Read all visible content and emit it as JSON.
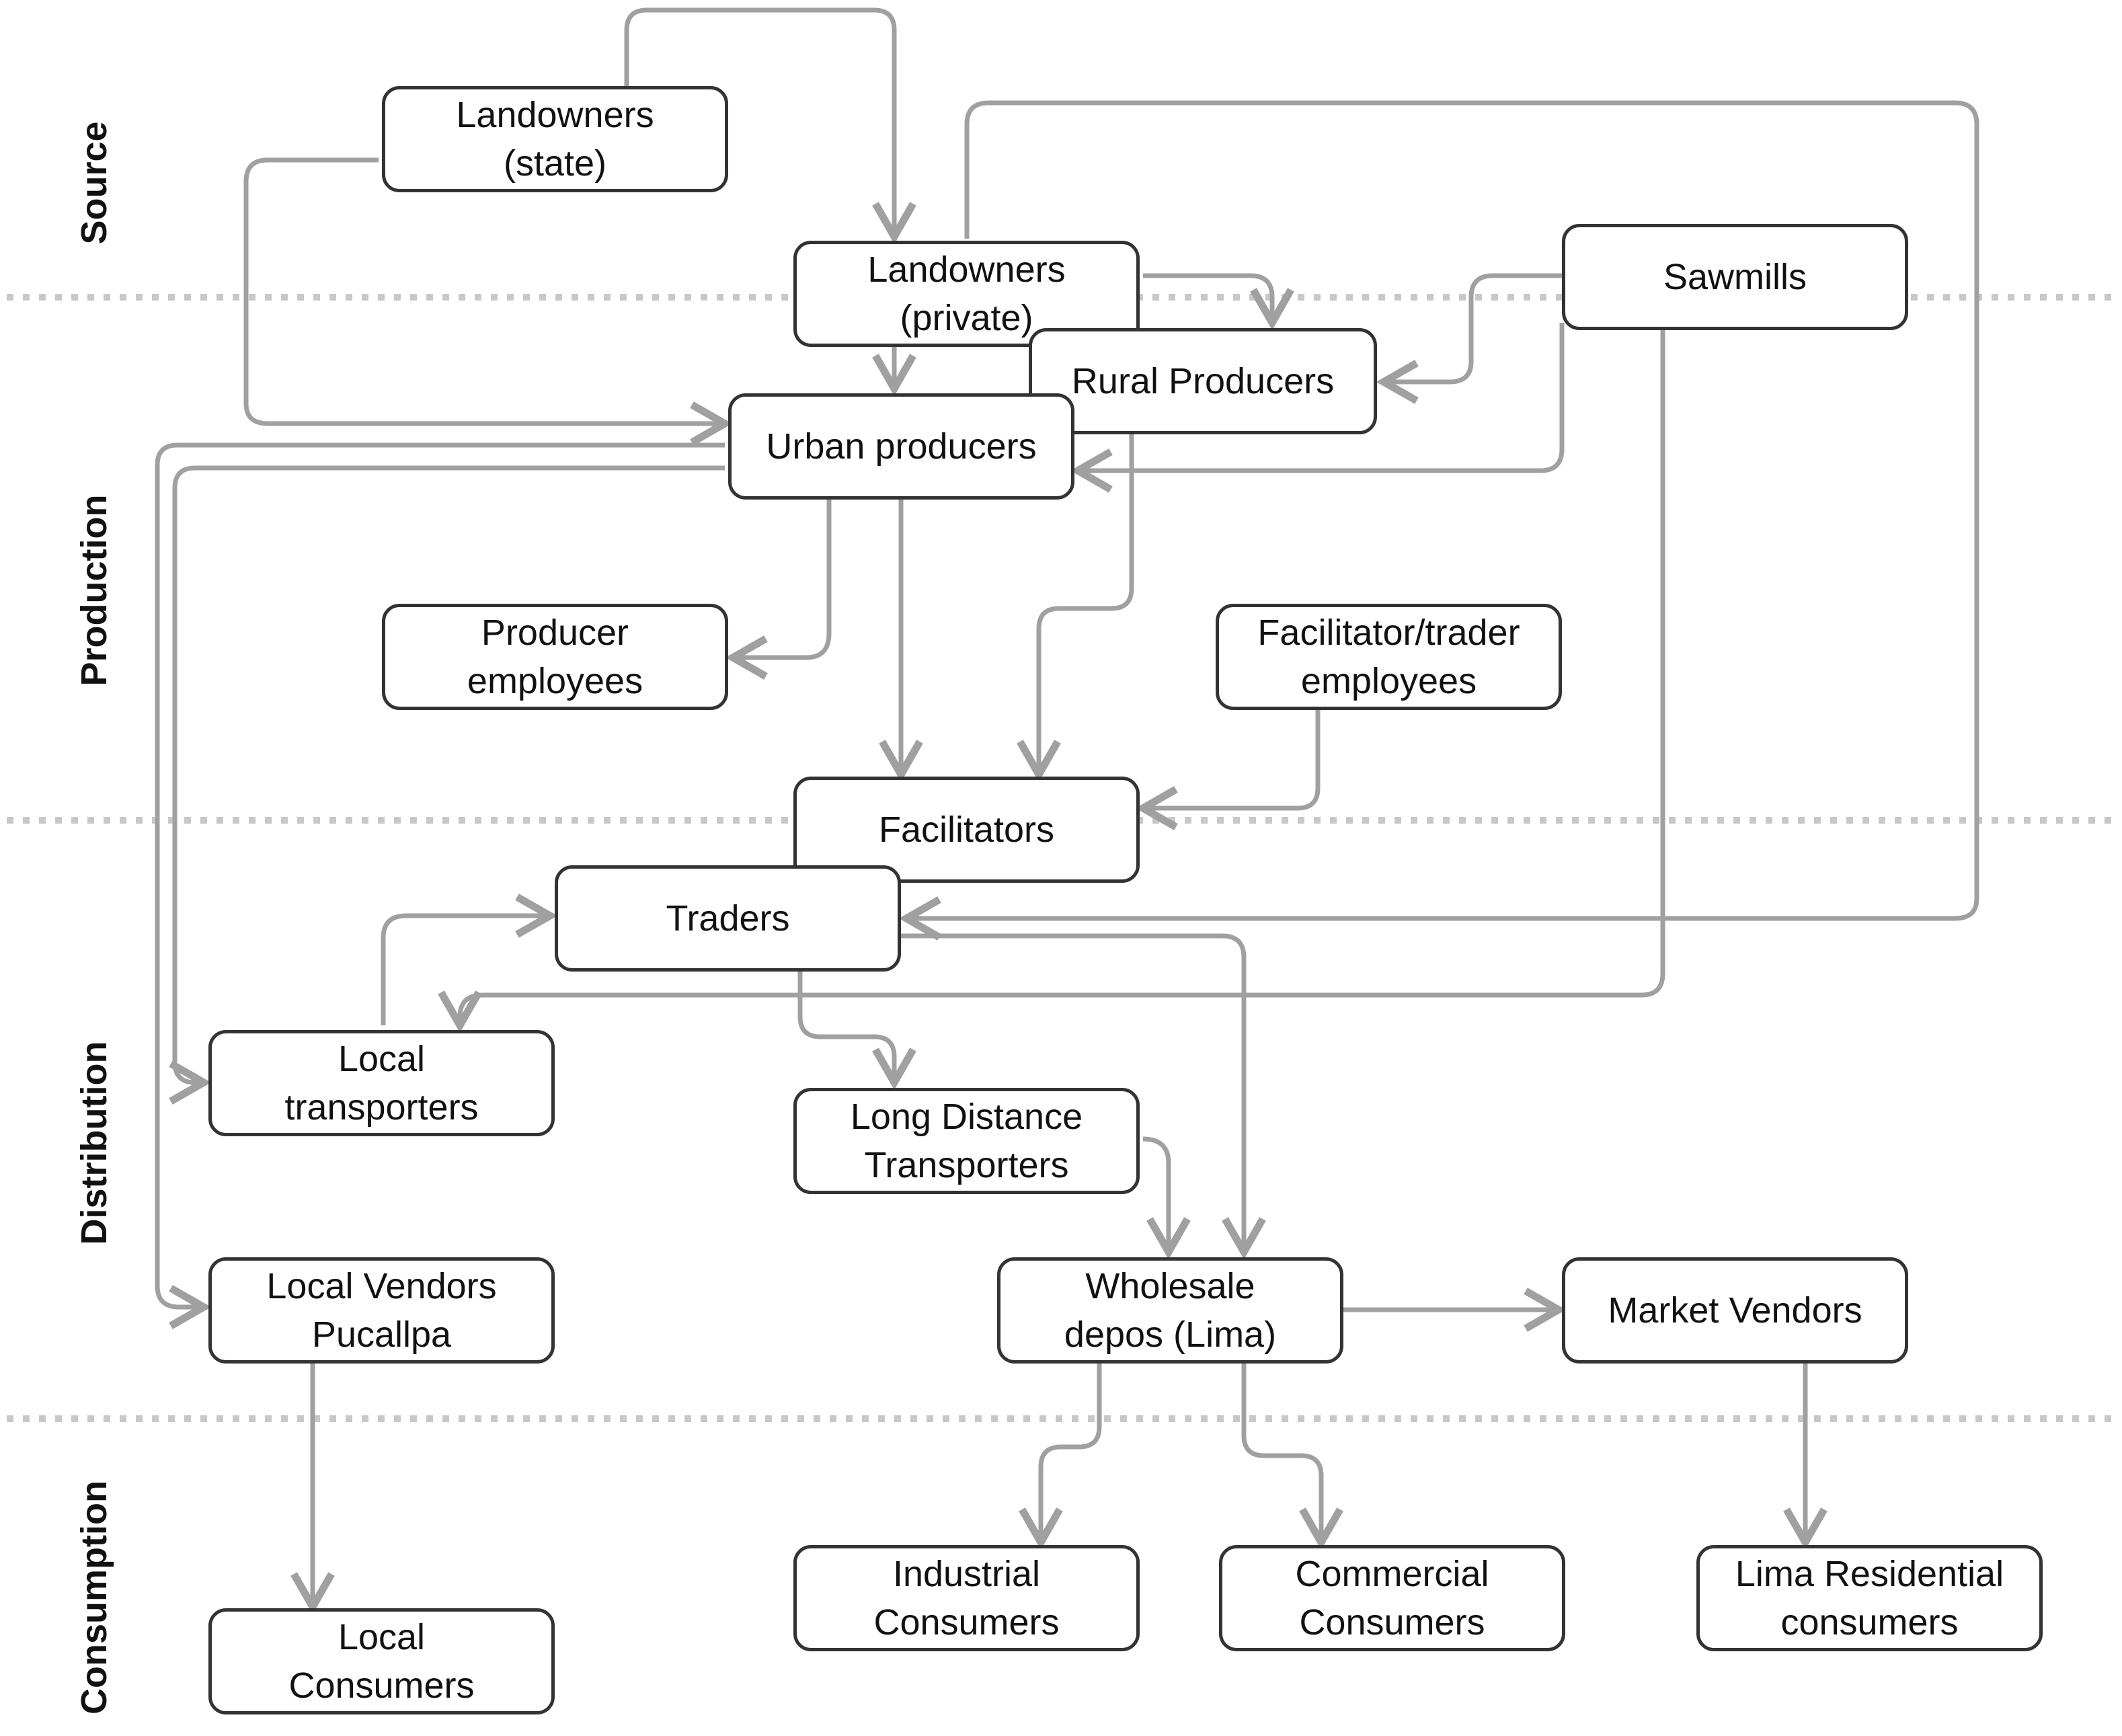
{
  "stages": {
    "source": "Source",
    "production": "Production",
    "distribution": "Distribution",
    "consumption": "Consumption"
  },
  "nodes": {
    "landowners_state": "Landowners\n(state)",
    "landowners_private": "Landowners\n(private)",
    "sawmills": "Sawmills",
    "rural_producers": "Rural Producers",
    "urban_producers": "Urban producers",
    "producer_employees": "Producer\nemployees",
    "facilitator_employees": "Facilitator/trader\nemployees",
    "facilitators": "Facilitators",
    "traders": "Traders",
    "local_transporters": "Local\ntransporters",
    "long_distance_transporters": "Long Distance\nTransporters",
    "local_vendors": "Local Vendors\nPucallpa",
    "wholesale_depos": "Wholesale\ndepos (Lima)",
    "market_vendors": "Market Vendors",
    "local_consumers": "Local\nConsumers",
    "industrial_consumers": "Industrial\nConsumers",
    "commercial_consumers": "Commercial\nConsumers",
    "lima_residential": "Lima Residential\nconsumers"
  },
  "colors": {
    "arrow": "#a0a0a0",
    "divider": "#c8c8c8",
    "node_border": "#333333"
  }
}
